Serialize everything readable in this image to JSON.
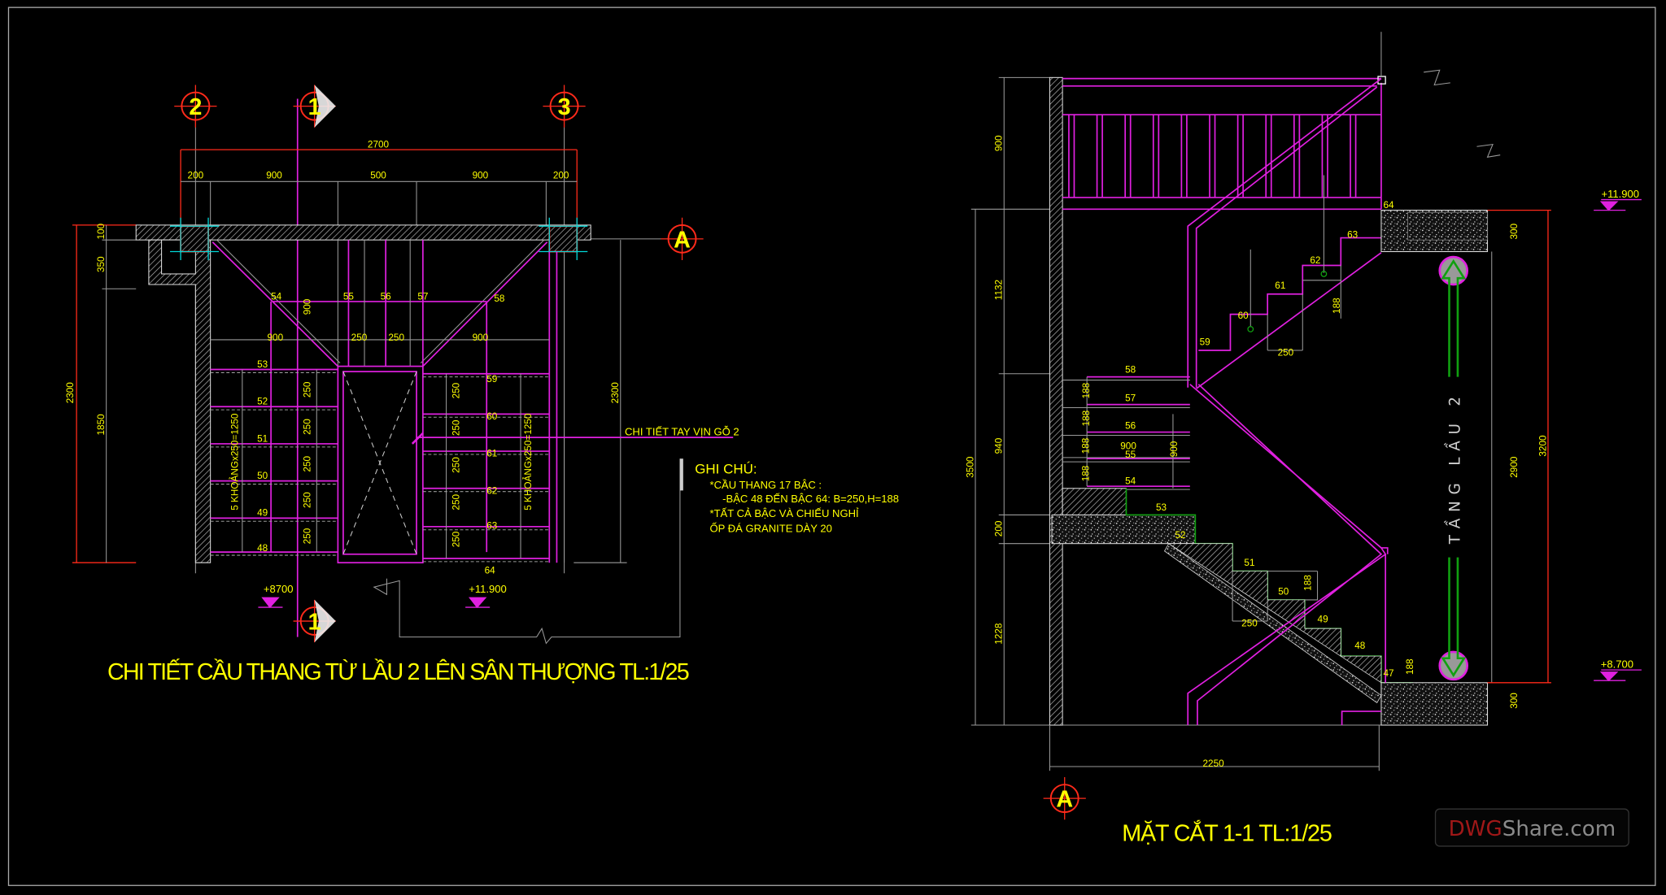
{
  "colors": {
    "background": "#000000",
    "text": "#ffff00",
    "stair": "#e020e0",
    "dimension": "#9a9a9a",
    "axis": "#ff2a1a",
    "column_marker": "#00d8d8",
    "tread": "#10a010"
  },
  "plan": {
    "title": "CHI TIẾT CẦU THANG TỪ LẦU 2 LÊN SÂN THƯỢNG TL:1/25",
    "grid_axes": [
      "2",
      "3",
      "A"
    ],
    "section_marks": [
      "1",
      "1"
    ],
    "dims_top": [
      "2700",
      "200",
      "900",
      "500",
      "900",
      "200"
    ],
    "dims_left": [
      "2300",
      "100",
      "350",
      "1850"
    ],
    "dim_right": "2300",
    "dims_mid": [
      "900",
      "250",
      "250",
      "900",
      "900"
    ],
    "steps_left": [
      "53",
      "52",
      "51",
      "50",
      "49",
      "48"
    ],
    "steps_top": [
      "54",
      "55",
      "56",
      "57",
      "58"
    ],
    "steps_right": [
      "59",
      "60",
      "61",
      "62",
      "63",
      "64"
    ],
    "riser_dims_left": [
      "250",
      "250",
      "250",
      "250",
      "250"
    ],
    "riser_dims_right": [
      "250",
      "250",
      "250",
      "250",
      "250"
    ],
    "span_notes": [
      "5 KHOẢNGx250=1250",
      "5 KHOẢNGx250=1250"
    ],
    "handrail_callout": "CHI TIẾT TAY VỊN GỖ 2",
    "levels": [
      "+8700",
      "+11.900"
    ]
  },
  "notes": {
    "heading": "GHI CHÚ:",
    "lines": [
      "*CẦU THANG 17 BẬC :",
      "-BẬC 48 ĐẾN BẬC 64: B=250,H=188",
      "*TẤT CẢ  BẬC  VÀ CHIẾU NGHỈ",
      "ỐP ĐÁ GRANITE DÀY 20"
    ]
  },
  "section": {
    "title": "MẶT CẮT 1-1 TL:1/25",
    "grid_axis": "A",
    "floor_label": "TẦNG LẦU 2",
    "dims_left": [
      "900",
      "3500",
      "1132",
      "940",
      "200",
      "1228"
    ],
    "dims_right": [
      "300",
      "2900",
      "3200",
      "300"
    ],
    "dim_bottom": "2250",
    "steps_upper": [
      "59",
      "60",
      "61",
      "62",
      "63",
      "64"
    ],
    "steps_landing": [
      "58",
      "57",
      "56",
      "55",
      "54"
    ],
    "steps_lower": [
      "53",
      "52",
      "51",
      "50",
      "49",
      "48",
      "47"
    ],
    "riser_dims": [
      "188",
      "188",
      "188",
      "188",
      "188",
      "188",
      "188"
    ],
    "tread_dims": [
      "250",
      "250"
    ],
    "landing_dims": [
      "900",
      "900"
    ],
    "levels": [
      "+11.900",
      "+8.700"
    ]
  },
  "watermark": {
    "brand_red": "DWG",
    "brand_gray": "Share.com"
  }
}
